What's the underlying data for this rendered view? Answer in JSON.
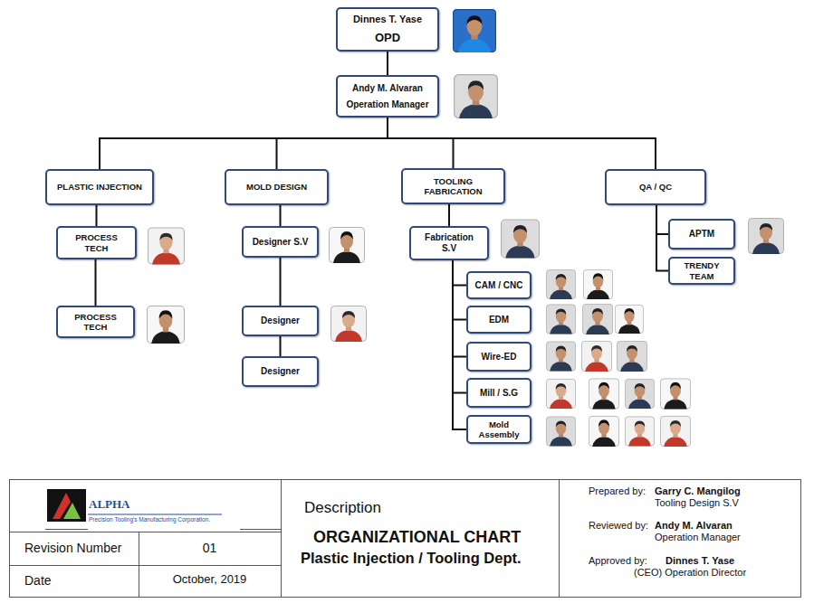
{
  "diagram": {
    "nodes": [
      {
        "text": [
          "Dinnes T. Yase",
          "OPD"
        ]
      },
      {
        "text": [
          "Andy M. Alvaran",
          "Operation Manager"
        ]
      },
      {
        "text": [
          "PLASTIC INJECTION"
        ]
      },
      {
        "text": [
          "MOLD DESIGN"
        ]
      },
      {
        "text": [
          "TOOLING FABRICATION"
        ]
      },
      {
        "text": [
          "QA / QC"
        ]
      },
      {
        "text": [
          "PROCESS TECH"
        ]
      },
      {
        "text": [
          "PROCESS TECH"
        ]
      },
      {
        "text": [
          "Designer S.V"
        ]
      },
      {
        "text": [
          "Designer"
        ]
      },
      {
        "text": [
          "Designer"
        ]
      },
      {
        "text": [
          "Fabrication S.V"
        ]
      },
      {
        "text": [
          "CAM / CNC"
        ]
      },
      {
        "text": [
          "EDM"
        ]
      },
      {
        "text": [
          "Wire-ED"
        ]
      },
      {
        "text": [
          "Mill / S.G"
        ]
      },
      {
        "text": [
          "Mold Assembly"
        ]
      },
      {
        "text": [
          "APTM"
        ]
      },
      {
        "text": [
          "TRENDY TEAM"
        ]
      }
    ],
    "edges": [
      {
        "from": 0,
        "to": 1,
        "arrow": "none"
      },
      {
        "from": 1,
        "to": 2,
        "arrow": "none"
      },
      {
        "from": 1,
        "to": 3,
        "arrow": "none"
      },
      {
        "from": 1,
        "to": 4,
        "arrow": "none"
      },
      {
        "from": 1,
        "to": 5,
        "arrow": "none"
      },
      {
        "from": 2,
        "to": 6,
        "arrow": "none"
      },
      {
        "from": 6,
        "to": 7,
        "arrow": "none"
      },
      {
        "from": 3,
        "to": 8,
        "arrow": "none"
      },
      {
        "from": 8,
        "to": 9,
        "arrow": "none"
      },
      {
        "from": 9,
        "to": 10,
        "arrow": "none"
      },
      {
        "from": 4,
        "to": 11,
        "arrow": "none"
      },
      {
        "from": 11,
        "to": 12,
        "arrow": "none"
      },
      {
        "from": 11,
        "to": 13,
        "arrow": "none"
      },
      {
        "from": 11,
        "to": 14,
        "arrow": "none"
      },
      {
        "from": 11,
        "to": 15,
        "arrow": "none"
      },
      {
        "from": 11,
        "to": 16,
        "arrow": "none"
      },
      {
        "from": 5,
        "to": 17,
        "arrow": "none"
      },
      {
        "from": 5,
        "to": 18,
        "arrow": "none"
      }
    ],
    "labels": [
      "ALPHA",
      "Precision Tooling's Manufacturing Corporation.",
      "Revision Number",
      "01",
      "Date",
      "October, 2019",
      "Description",
      "ORGANIZATIONAL CHART",
      "Plastic Injection / Tooling Dept.",
      "Prepared by:",
      "Garry C. Mangilog",
      "Tooling Design S.V",
      "Reviewed by:",
      "Andy M. Alvaran",
      "Operation Manager",
      "Approved by:",
      "Dinnes T. Yase",
      "(CEO) Operation Director"
    ]
  }
}
